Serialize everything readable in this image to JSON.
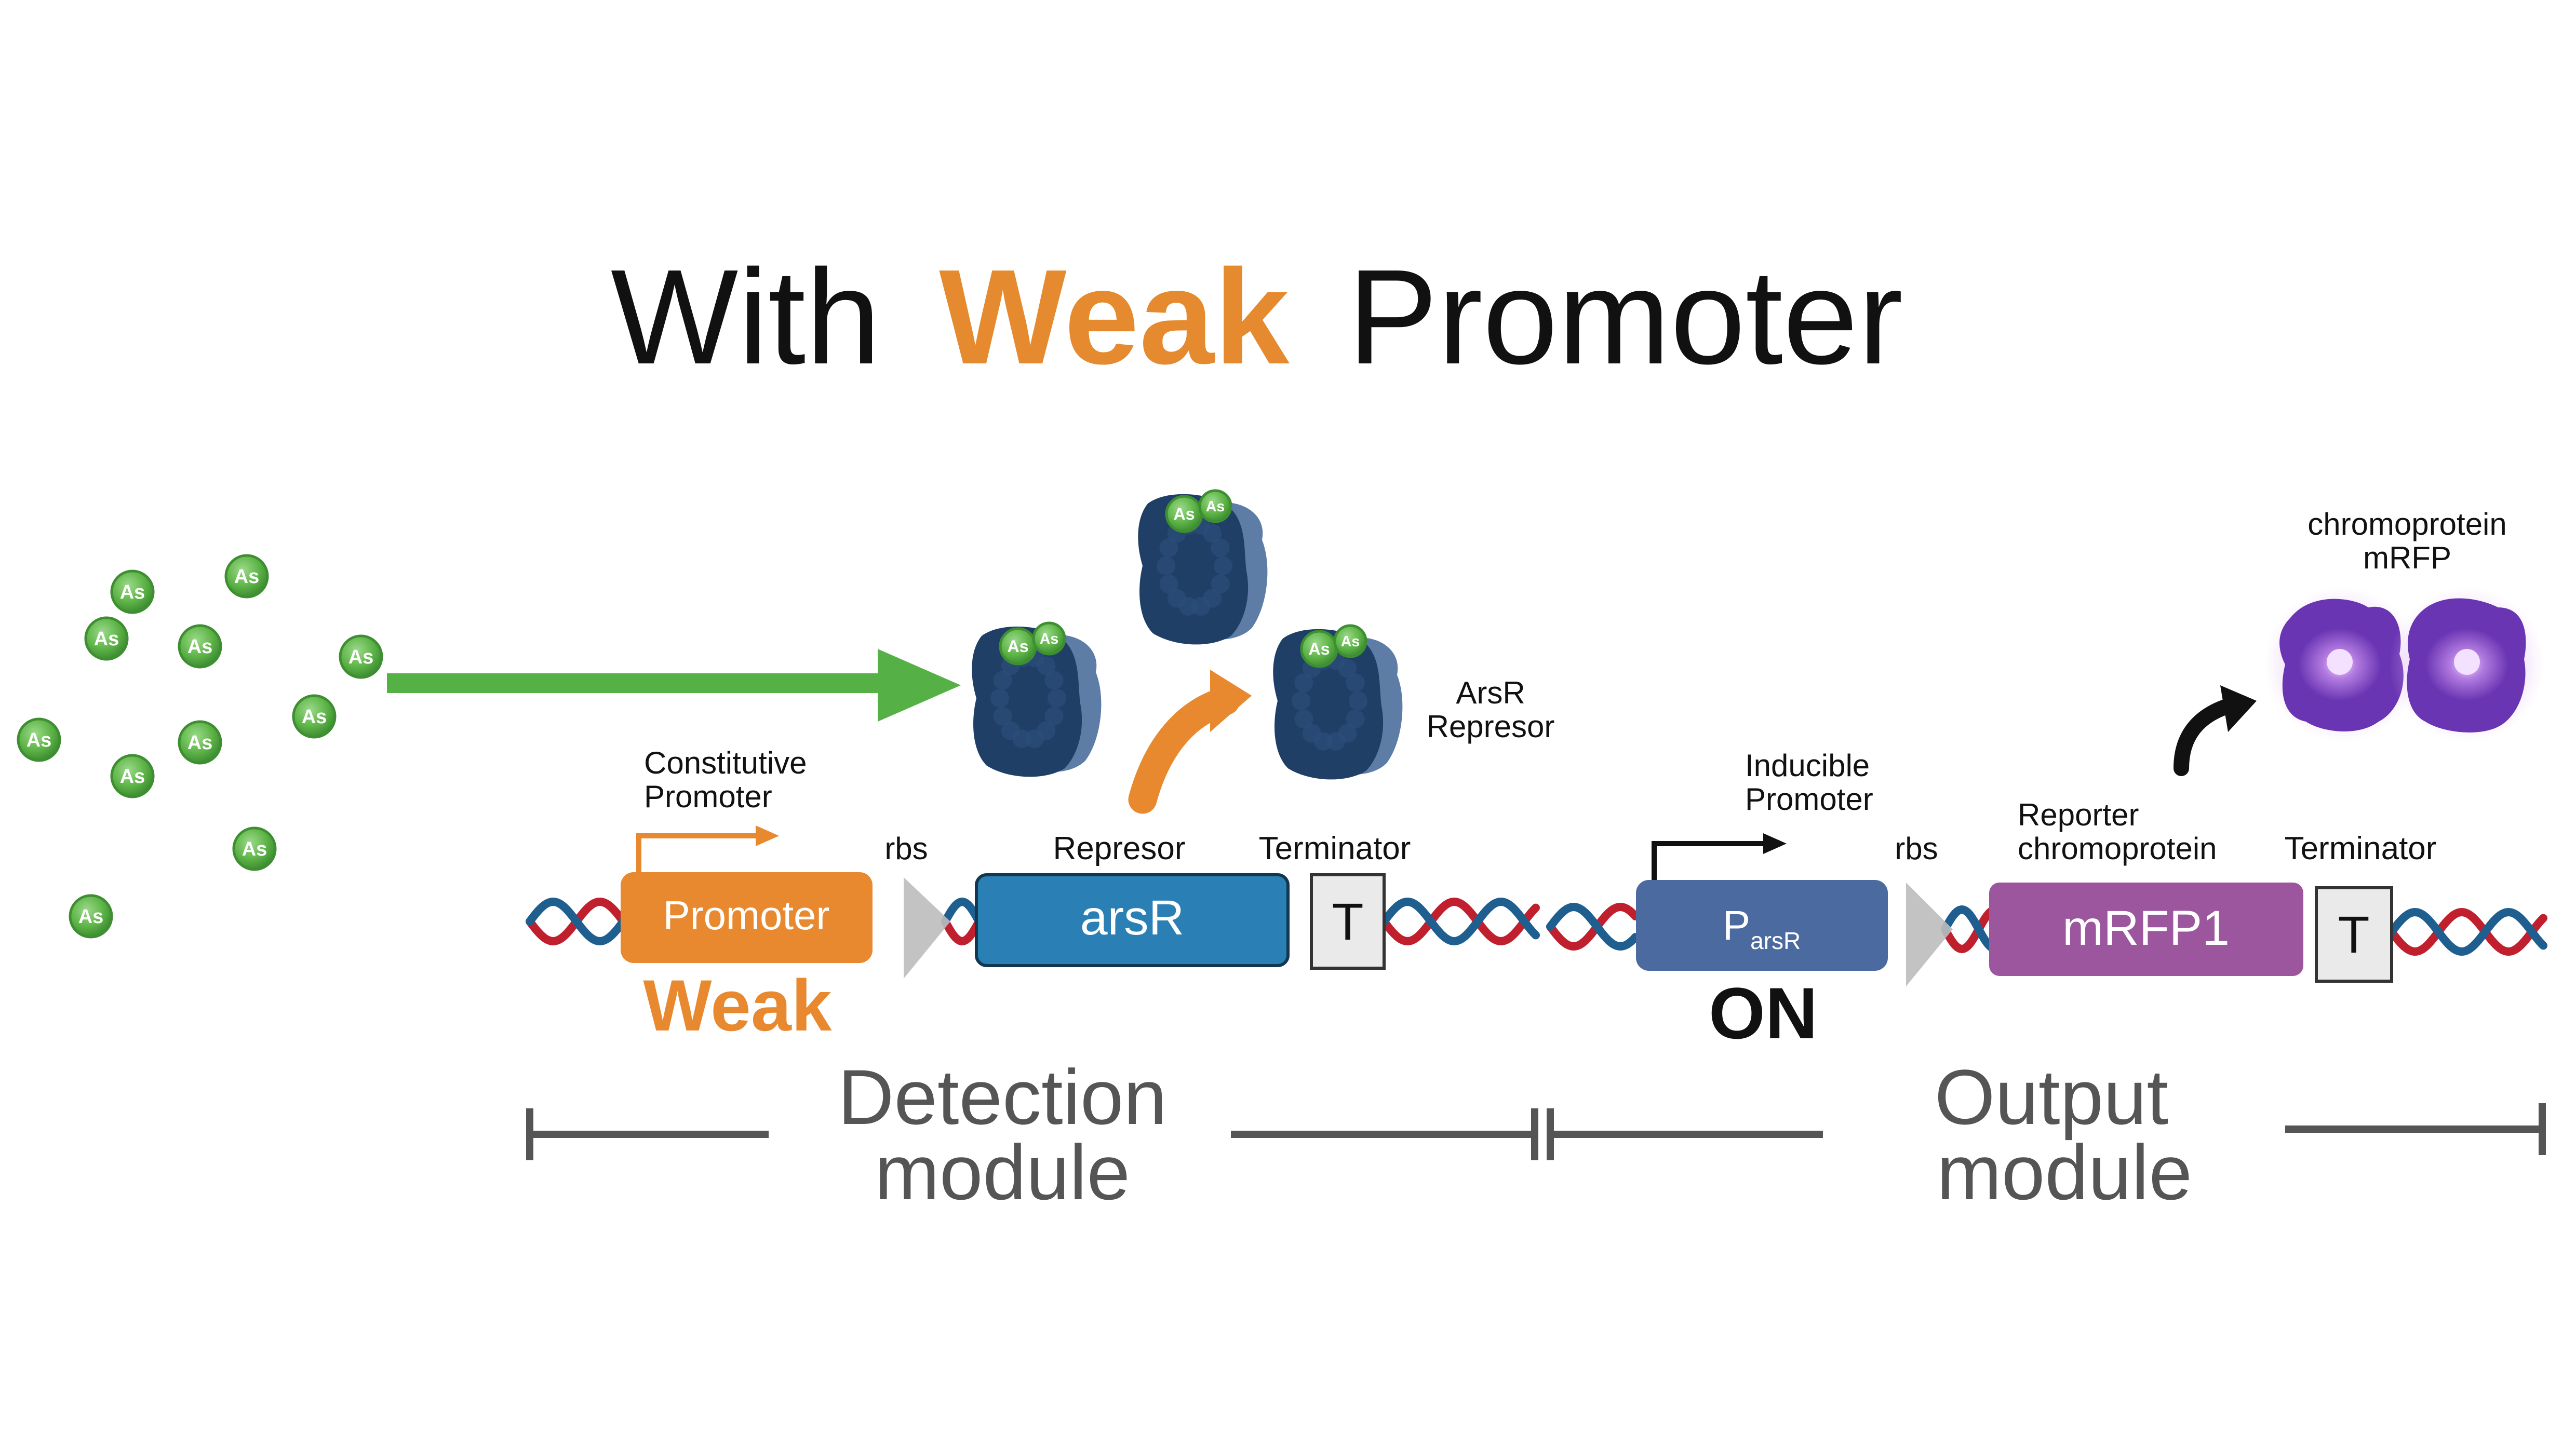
{
  "title": {
    "prefix": "With",
    "highlight": "Weak",
    "suffix": "Promoter",
    "highlight_color": "#E58A2E"
  },
  "arsenic": {
    "label": "As",
    "color": "#5FB548"
  },
  "detection": {
    "constitutive_label_1": "Constitutive",
    "constitutive_label_2": "Promoter",
    "promoter_label": "Promoter",
    "promoter_color": "#E8892F",
    "promoter_strength": "Weak",
    "rbs_label": "rbs",
    "gene_header": "Represor",
    "gene_label": "arsR",
    "gene_color": "#2A7FB5",
    "terminator_header": "Terminator",
    "terminator_label": "T",
    "repressor_label_1": "ArsR",
    "repressor_label_2": "Represor",
    "module_label_1": "Detection",
    "module_label_2": "module"
  },
  "output": {
    "inducible_label_1": "Inducible",
    "inducible_label_2": "Promoter",
    "promoter_main": "P",
    "promoter_sub": "arsR",
    "promoter_color": "#4B6AA0",
    "promoter_state": "ON",
    "rbs_label": "rbs",
    "reporter_header_1": "Reporter",
    "reporter_header_2": "chromoprotein",
    "gene_label": "mRFP1",
    "gene_color": "#9B569E",
    "terminator_header": "Terminator",
    "terminator_label": "T",
    "chromoprotein_label_1": "chromoprotein",
    "chromoprotein_label_2": "mRFP",
    "module_label_1": "Output",
    "module_label_2": "module"
  },
  "colors": {
    "dna_red": "#C0202E",
    "dna_blue": "#1F5F8F",
    "protein_dark": "#1F3F66",
    "protein_light": "#5D7DA6",
    "purple_protein": "#7A45C4",
    "arrow_green": "#55B046",
    "arrow_orange": "#E8892F",
    "module_line": "#555555"
  }
}
